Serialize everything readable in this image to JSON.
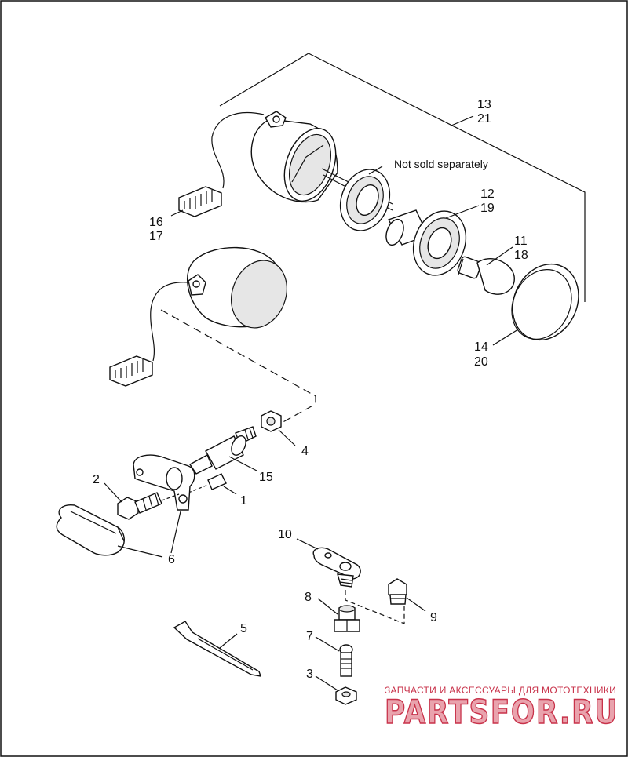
{
  "callouts": {
    "c1": "1",
    "c2": "2",
    "c3": "3",
    "c4": "4",
    "c5": "5",
    "c6a": "6",
    "c7": "7",
    "c8": "8",
    "c9": "9",
    "c10": "10",
    "c11": "11",
    "c18": "18",
    "c12": "12",
    "c19": "19",
    "c13": "13",
    "c21": "21",
    "c14": "14",
    "c20": "20",
    "c16": "16",
    "c17": "17",
    "c15": "15"
  },
  "note": "Not sold separately",
  "watermark": {
    "tagline": "ЗАПЧАСТИ И АКСЕССУАРЫ ДЛЯ МОТОТЕХНИКИ",
    "brand": "PARTSFOR.RU"
  },
  "colors": {
    "line": "#111111",
    "watermark": "#c8324a"
  }
}
